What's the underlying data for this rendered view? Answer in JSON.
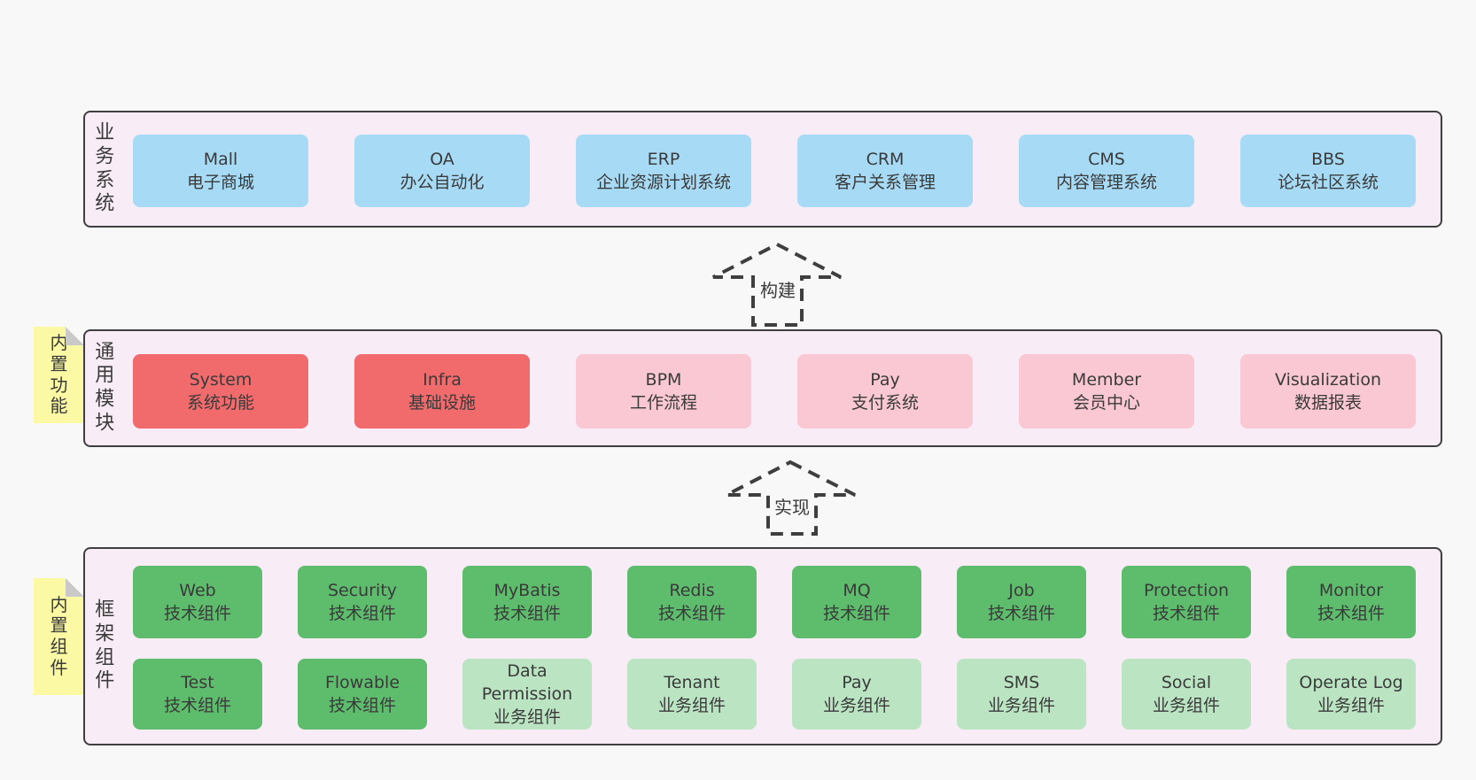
{
  "colors": {
    "page_bg": "#f8f8f8",
    "panel_fill": "#f8edf6",
    "panel_border": "#3f3f3f",
    "blue": "#a7dbf5",
    "red": "#f16b6d",
    "pink": "#f9c8d3",
    "green": "#5ebc6d",
    "light_green": "#bbe5c2",
    "sticky_yellow": "#fbf9a4",
    "sticky_fold": "#c9c9c9",
    "text": "#3a3a3a"
  },
  "business_layer": {
    "label": "业务系统",
    "boxes": [
      {
        "name": "Mall",
        "desc": "电子商城"
      },
      {
        "name": "OA",
        "desc": "办公自动化"
      },
      {
        "name": "ERP",
        "desc": "企业资源计划系统"
      },
      {
        "name": "CRM",
        "desc": "客户关系管理"
      },
      {
        "name": "CMS",
        "desc": "内容管理系统"
      },
      {
        "name": "BBS",
        "desc": "论坛社区系统"
      }
    ]
  },
  "build_arrow": {
    "label": "构建"
  },
  "module_layer": {
    "label": "通用模块",
    "sticky": "内置功能",
    "boxes": [
      {
        "name": "System",
        "desc": "系统功能"
      },
      {
        "name": "Infra",
        "desc": "基础设施"
      },
      {
        "name": "BPM",
        "desc": "工作流程"
      },
      {
        "name": "Pay",
        "desc": "支付系统"
      },
      {
        "name": "Member",
        "desc": "会员中心"
      },
      {
        "name": "Visualization",
        "desc": "数据报表"
      }
    ]
  },
  "implement_arrow": {
    "label": "实现"
  },
  "component_layer": {
    "label": "框架组件",
    "sticky": "内置组件",
    "row1": [
      {
        "name": "Web",
        "desc": "技术组件"
      },
      {
        "name": "Security",
        "desc": "技术组件"
      },
      {
        "name": "MyBatis",
        "desc": "技术组件"
      },
      {
        "name": "Redis",
        "desc": "技术组件"
      },
      {
        "name": "MQ",
        "desc": "技术组件"
      },
      {
        "name": "Job",
        "desc": "技术组件"
      },
      {
        "name": "Protection",
        "desc": "技术组件"
      },
      {
        "name": "Monitor",
        "desc": "技术组件"
      }
    ],
    "row2": [
      {
        "name": "Test",
        "desc": "技术组件"
      },
      {
        "name": "Flowable",
        "desc": "技术组件"
      },
      {
        "name": "Data Permission",
        "desc": "业务组件"
      },
      {
        "name": "Tenant",
        "desc": "业务组件"
      },
      {
        "name": "Pay",
        "desc": "业务组件"
      },
      {
        "name": "SMS",
        "desc": "业务组件"
      },
      {
        "name": "Social",
        "desc": "业务组件"
      },
      {
        "name": "Operate Log",
        "desc": "业务组件"
      }
    ]
  }
}
